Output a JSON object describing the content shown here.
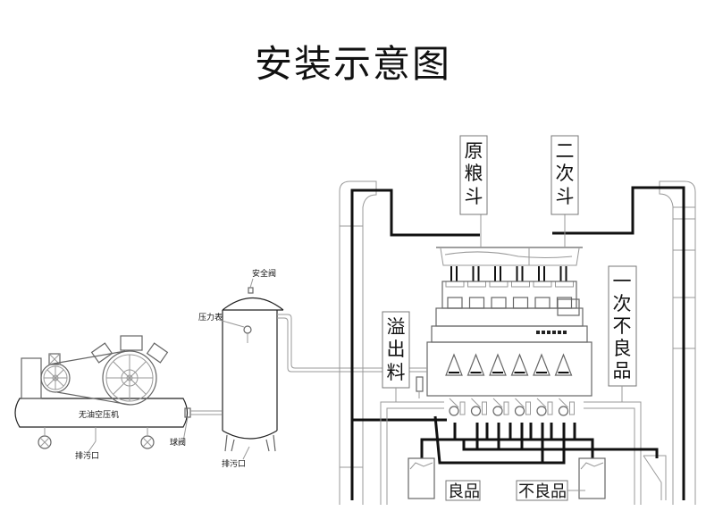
{
  "title": "安装示意图",
  "labels": {
    "raw_hopper": [
      "原",
      "粮",
      "斗"
    ],
    "secondary_hopper": [
      "二",
      "次",
      "斗"
    ],
    "first_reject": [
      "一",
      "次",
      "不",
      "良",
      "品"
    ],
    "overflow": [
      "溢",
      "出",
      "料"
    ],
    "good_product": "良品",
    "reject_product": "不良品",
    "compressor": "无油空压机",
    "compressor_drain": "排污口",
    "ball_valve": "球阀",
    "safety_valve": "安全阀",
    "pressure_gauge": "压力表",
    "tank_drain": "排污口"
  }
}
